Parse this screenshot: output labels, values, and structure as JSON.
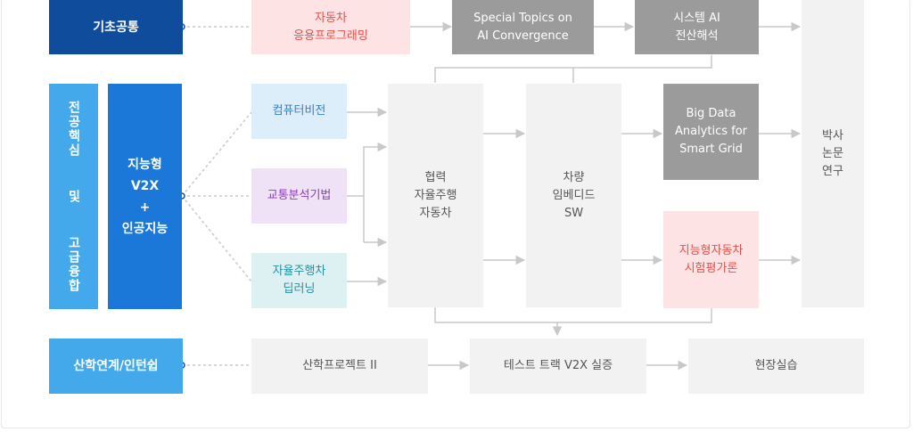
{
  "left": {
    "basic": "기초공통",
    "major": "전공핵심  및  고급융합",
    "v2x": "지능형\nV2X\n+\n인공지능",
    "industry": "산학연계/인턴쉽"
  },
  "row1": {
    "automotive_programming": "자동차\n응용프로그래밍",
    "special_topics": "Special Topics on\nAI Convergence",
    "system_ai": "시스템 AI\n전산해석"
  },
  "row2": {
    "computer_vision": "컴퓨터비전",
    "traffic_analysis": "교통분석기법",
    "autonomous_deep_learning": "자율주행차\n딥러닝",
    "cooperative_autonomous": "협력\n자율주행\n자동차",
    "vehicle_embedded": "차량\n임베디드\nSW",
    "big_data": "Big Data\nAnalytics for\nSmart Grid",
    "intelligent_vehicle_testing": "지능형자동차\n시험평가론",
    "phd_research": "박사\n논문\n연구"
  },
  "row3": {
    "industry_project": "산학프로젝트 II",
    "test_track": "테스트 트랙 V2X 실증",
    "field_practice": "현장실습"
  },
  "colors": {
    "navy": "#0f4c9c",
    "blue": "#1b78d8",
    "light_blue": "#44a9ea",
    "pink_text": "#e8504b",
    "dark_gray": "#9b9b9b",
    "light_gray": "#f2f2f2"
  }
}
